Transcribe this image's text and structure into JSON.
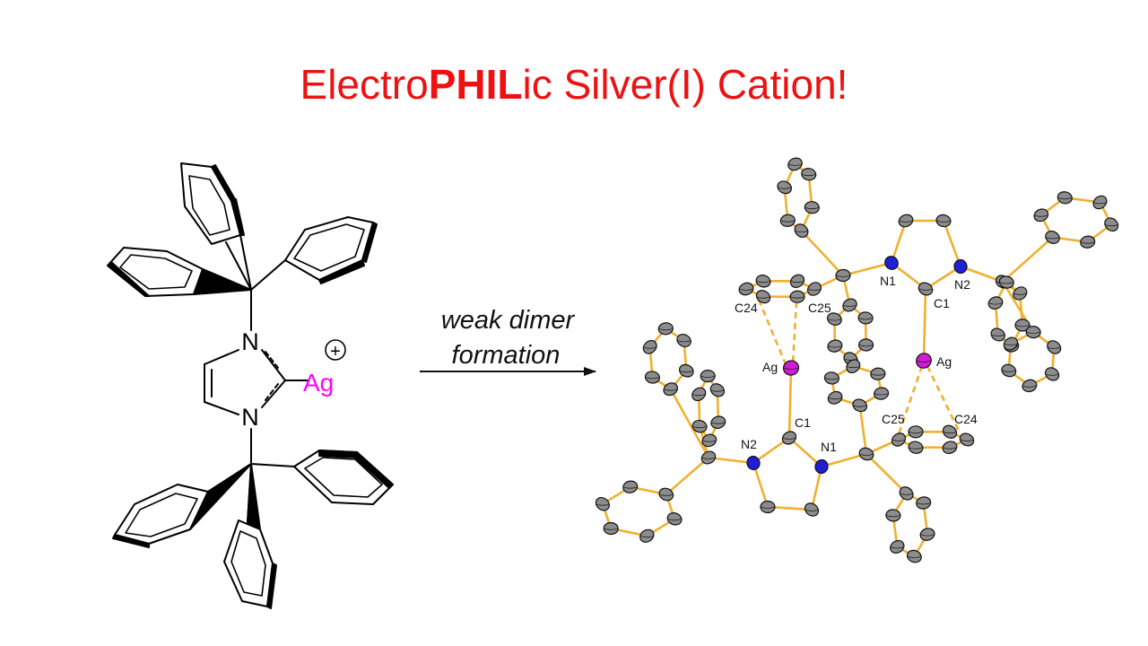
{
  "title": {
    "part1": "Electro",
    "part2": "PHIL",
    "part3": "ic Silver(I) Cation!",
    "color": "#ee1111"
  },
  "monomer": {
    "n_top": "N",
    "n_bottom": "N",
    "metal": "Ag",
    "charge": "+",
    "metal_color": "#ff00ff"
  },
  "arrow": {
    "line1": "weak dimer",
    "line2": "formation"
  },
  "crystal": {
    "bond_color": "#f0b030",
    "carbon_color": "#8c8c8c",
    "nitrogen_color": "#1f1fd6",
    "silver_color": "#d21ad8",
    "labels": {
      "n1_top": "N1",
      "n2_top": "N2",
      "c1_top": "C1",
      "ag_right": "Ag",
      "c24_left": "C24",
      "c25_left": "C25",
      "ag_left": "Ag",
      "c1_bottom": "C1",
      "n2_bottom": "N2",
      "n1_bottom": "N1",
      "c25_right": "C25",
      "c24_right": "C24"
    }
  }
}
